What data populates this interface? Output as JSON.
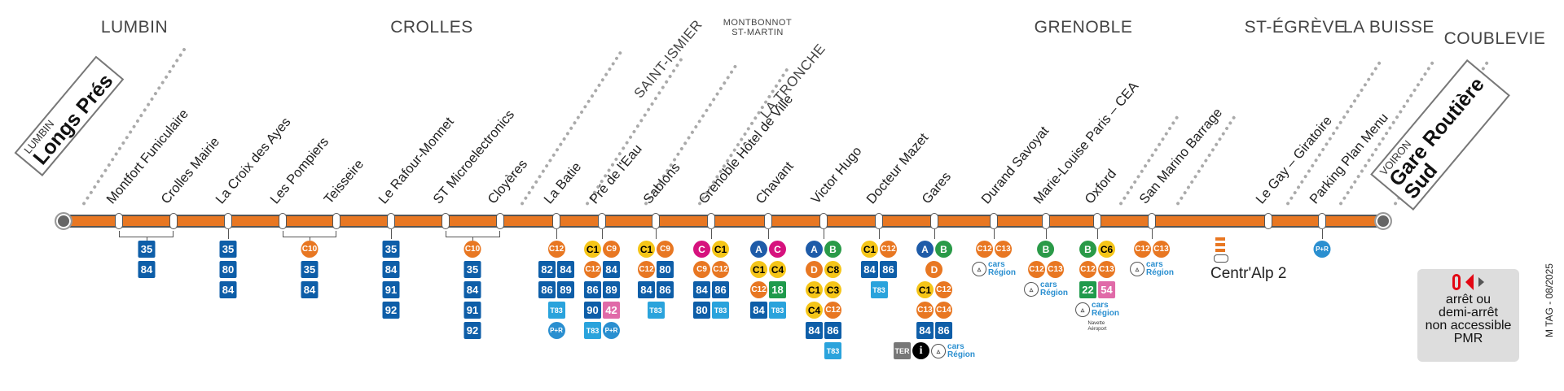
{
  "communes": {
    "lumbin": "LUMBIN",
    "crolles": "CROLLES",
    "montbonnot": "MONTBONNOT",
    "st_martin": "ST-MARTIN",
    "saint_ismier": "SAINT-ISMIER",
    "la_tronche": "LA TRONCHE",
    "grenoble": "GRENOBLE",
    "st_egreve": "ST-ÉGRÈVE",
    "la_buisse": "LA BUISSE",
    "coublevie": "COUBLEVIE"
  },
  "terminus_start": {
    "commune": "LUMBIN",
    "name": "Longs Prés"
  },
  "terminus_end": {
    "commune": "VOIRON",
    "name_line1": "Gare Routière",
    "name_line2": "Sud"
  },
  "stops": [
    {
      "name": "Montfort Funiculaire",
      "services": []
    },
    {
      "name": "Crolles Mairie",
      "services": []
    },
    {
      "name": "La Croix des Ayes",
      "services": [
        [
          "35"
        ],
        [
          "80"
        ],
        [
          "84"
        ]
      ]
    },
    {
      "name": "Les Pompiers",
      "services": []
    },
    {
      "name": "Teisseire",
      "services": []
    },
    {
      "name": "Le Rafour-Monnet",
      "services": [
        [
          "35"
        ],
        [
          "84"
        ],
        [
          "91"
        ],
        [
          "92"
        ]
      ]
    },
    {
      "name": "ST Microelectronics",
      "services": []
    },
    {
      "name": "Cloyères",
      "services": []
    },
    {
      "name": "La Batie",
      "services": [
        [
          "C12"
        ],
        [
          "82",
          "84"
        ],
        [
          "86",
          "89"
        ],
        [
          "T83"
        ],
        [
          "P+R"
        ]
      ]
    },
    {
      "name": "Pré de l'Eau",
      "services": [
        [
          "C1",
          "C9"
        ],
        [
          "C12",
          "84"
        ],
        [
          "86",
          "89"
        ],
        [
          "90",
          "42"
        ],
        [
          "T83",
          "P+R"
        ]
      ]
    },
    {
      "name": "Sablons",
      "services": [
        [
          "C1",
          "C9"
        ],
        [
          "C12",
          "80"
        ],
        [
          "84",
          "86"
        ],
        [
          "T83"
        ]
      ]
    },
    {
      "name": "Grenoble Hôtel de Ville",
      "services": [
        [
          "C",
          "C1"
        ],
        [
          "C9",
          "C12"
        ],
        [
          "84",
          "86"
        ],
        [
          "80",
          "T83"
        ]
      ]
    },
    {
      "name": "Chavant",
      "services": [
        [
          "A",
          "C"
        ],
        [
          "C1",
          "C4"
        ],
        [
          "C12",
          "18"
        ],
        [
          "84",
          "T83"
        ]
      ]
    },
    {
      "name": "Victor Hugo",
      "services": [
        [
          "A",
          "B"
        ],
        [
          "D",
          "C8"
        ],
        [
          "C1",
          "C3"
        ],
        [
          "C4",
          "C12"
        ],
        [
          "84",
          "86"
        ],
        [
          "",
          "T83"
        ]
      ]
    },
    {
      "name": "Docteur Mazet",
      "services": [
        [
          "C1",
          "C12"
        ],
        [
          "84",
          "86"
        ],
        [
          "T83"
        ]
      ]
    },
    {
      "name": "Gares",
      "services": [
        [
          "A",
          "B"
        ],
        [
          "D"
        ],
        [
          "C1",
          "C12"
        ],
        [
          "C13",
          "C14"
        ],
        [
          "84",
          "86"
        ],
        [
          "TER",
          "i",
          "cars"
        ]
      ]
    },
    {
      "name": "Durand Savoyat",
      "services": [
        [
          "C12",
          "C13"
        ],
        [
          "cars"
        ]
      ]
    },
    {
      "name": "Marie-Louise Paris – CEA",
      "services": [
        [
          "B"
        ],
        [
          "C12",
          "C13"
        ],
        [
          "cars"
        ]
      ]
    },
    {
      "name": "Oxford",
      "services": [
        [
          "B",
          "C6"
        ],
        [
          "C12",
          "C13"
        ],
        [
          "22",
          "54"
        ],
        [
          "cars"
        ],
        [
          "navette"
        ]
      ]
    },
    {
      "name": "San Marino Barrage",
      "services": [
        [
          "C12",
          "C13"
        ],
        [
          "cars"
        ]
      ]
    },
    {
      "name": "Le Gay – Giratoire",
      "services": []
    },
    {
      "name": "Parking Plan Menu",
      "services": [
        [
          "P+R"
        ]
      ]
    }
  ],
  "grouped_services": [
    {
      "stops": "Montfort Funiculaire / Crolles Mairie",
      "services": [
        [
          "35"
        ],
        [
          "84"
        ]
      ]
    },
    {
      "stops": "Les Pompiers / Teisseire",
      "services": [
        [
          "C10"
        ],
        [
          "35"
        ],
        [
          "84"
        ]
      ]
    },
    {
      "stops": "ST Microelectronics / Cloyères",
      "services": [
        [
          "C10"
        ],
        [
          "35"
        ],
        [
          "84"
        ],
        [
          "91"
        ],
        [
          "92"
        ]
      ]
    }
  ],
  "centralp": {
    "name": "Centr'Alp 2"
  },
  "cars_region": {
    "line1": "cars",
    "line2": "Région"
  },
  "navette": {
    "line1": "Navette",
    "line2": "Aéroport"
  },
  "legend": {
    "line1": "arrêt ou",
    "line2": "demi-arrêt",
    "line3": "non accessible",
    "line4": "PMR"
  },
  "credit": "M TAG - 08/2025",
  "colors": {
    "line": "#e87722",
    "tram_A": "#1e5ba8",
    "tram_B": "#2a9a48",
    "tram_C": "#d6127e",
    "tram_D": "#e87722",
    "chrono_yellow": "#f5c518",
    "chrono_orange": "#e87722",
    "bus": "#0e5ea8",
    "t83": "#2aa3dc",
    "pink": "#e06aa8",
    "green": "#1f9a4c"
  }
}
